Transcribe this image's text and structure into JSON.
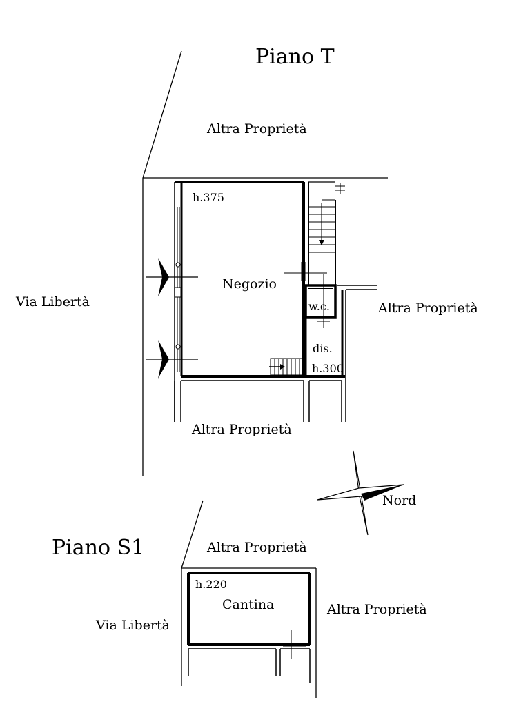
{
  "ground_floor": {
    "title": "Piano  T",
    "neighbor_top": "Altra Proprietà",
    "neighbor_right": "Altra Proprietà",
    "neighbor_bottom": "Altra Proprietà",
    "street": "Via Libertà",
    "shop_height": "h.375",
    "shop_label": "Negozio",
    "wc_label": "w.c.",
    "hall_label": "dis.",
    "hall_height": "h.300"
  },
  "compass": {
    "label": "Nord"
  },
  "basement": {
    "title": "Piano  S1",
    "neighbor_top": "Altra Proprietà",
    "neighbor_right": "Altra Proprietà",
    "street": "Via Libertà",
    "cellar_height": "h.220",
    "cellar_label": "Cantina"
  }
}
